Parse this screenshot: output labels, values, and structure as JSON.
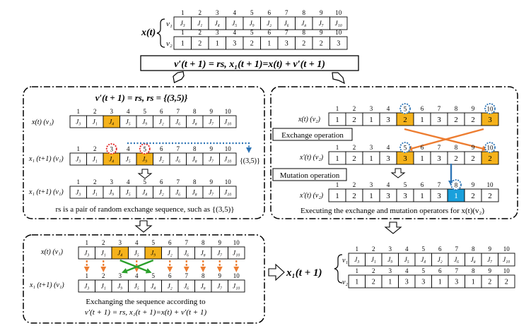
{
  "colors": {
    "highlight_orange": "#f5b21b",
    "highlight_blue": "#1aa0dc",
    "arrow_orange": "#ed7d31",
    "arrow_blue": "#2e75b6",
    "arrow_green": "#2ca02c",
    "circle_red": "#e02020",
    "circle_blue": "#2e75b6"
  },
  "index_labels": [
    "1",
    "2",
    "3",
    "4",
    "5",
    "6",
    "7",
    "8",
    "9",
    "10"
  ],
  "top": {
    "x_label": "x(t)",
    "v1_label": "v₁",
    "v2_label": "v₂",
    "v1": [
      "J₃",
      "J₁",
      "J₄",
      "J₅",
      "J₉",
      "J₂",
      "J₆",
      "J₈",
      "J₇",
      "J₁₀"
    ],
    "v2": [
      "1",
      "2",
      "1",
      "3",
      "2",
      "1",
      "3",
      "2",
      "2",
      "3"
    ]
  },
  "formula_main": "v′(t + 1) = rs,  x₁(t + 1)=x(t)  +  v′(t + 1)",
  "left_panel": {
    "title": "v′(t + 1) = rs, rs = {(3,5)}",
    "row1_label": "x(t) (v₁)",
    "row1": [
      "J₃",
      "J₁",
      "J₄",
      "J₅",
      "J₉",
      "J₂",
      "J₆",
      "J₈",
      "J₇",
      "J₁₀"
    ],
    "row2_label": "x₁ (t+1) (v₁)",
    "row2": [
      "J₃",
      "J₁",
      "J₄",
      "J₅",
      "J₉",
      "J₂",
      "J₆",
      "J₈",
      "J₇",
      "J₁₀"
    ],
    "row2_circles": [
      "3",
      "5"
    ],
    "pair_label": "{(3,5)}",
    "row3_label": "x₁ (t+1) (v₁)",
    "row3": [
      "J₃",
      "J₁",
      "J₉",
      "J₅",
      "J₄",
      "J₂",
      "J₆",
      "J₈",
      "J₇",
      "J₁₀"
    ],
    "caption": "rs   is a pair of random exchange sequence, such as {(3,5)}"
  },
  "right_panel": {
    "row1_label": "x(t) (v₂)",
    "row1": [
      "1",
      "2",
      "1",
      "3",
      "2",
      "1",
      "3",
      "2",
      "2",
      "3"
    ],
    "row1_circles": [
      "5",
      "10"
    ],
    "exchange_label": "Exchange operation",
    "row2_label": "x′(t)  (v₂)",
    "row2": [
      "1",
      "2",
      "1",
      "3",
      "3",
      "1",
      "3",
      "2",
      "2",
      "2"
    ],
    "row2_circles": [
      "5",
      "10"
    ],
    "mutation_label": "Mutation operation",
    "row3_label": "x′(t)  (v₂)",
    "row3": [
      "1",
      "2",
      "1",
      "3",
      "3",
      "1",
      "3",
      "1",
      "2",
      "2"
    ],
    "row3_circle": "8",
    "caption": "Executing the exchange and mutation operators for x(t)(v₂)"
  },
  "bottom_left": {
    "row1_label": "x(t) (v₁)",
    "row1": [
      "J₃",
      "J₁",
      "J₄",
      "J₅",
      "J₉",
      "J₂",
      "J₆",
      "J₈",
      "J₇",
      "J₁₀"
    ],
    "row2_label": "x₁ (t+1) (v₁)",
    "row2": [
      "J₃",
      "J₁",
      "J₉",
      "J₅",
      "J₄",
      "J₂",
      "J₆",
      "J₈",
      "J₇",
      "J₁₀"
    ],
    "caption_line1": "Exchanging the sequence according to",
    "caption_line2": "v′(t + 1) = rs,  x₁(t + 1)=x(t) + v′(t + 1)"
  },
  "bottom_right": {
    "result_label": "x₁(t + 1)",
    "v1_label": "v₁",
    "v2_label": "v₂",
    "v1": [
      "J₃",
      "J₁",
      "J₉",
      "J₅",
      "J₄",
      "J₂",
      "J₆",
      "J₈",
      "J₇",
      "J₁₀"
    ],
    "v2": [
      "1",
      "2",
      "1",
      "3",
      "3",
      "1",
      "3",
      "1",
      "2",
      "2"
    ]
  }
}
